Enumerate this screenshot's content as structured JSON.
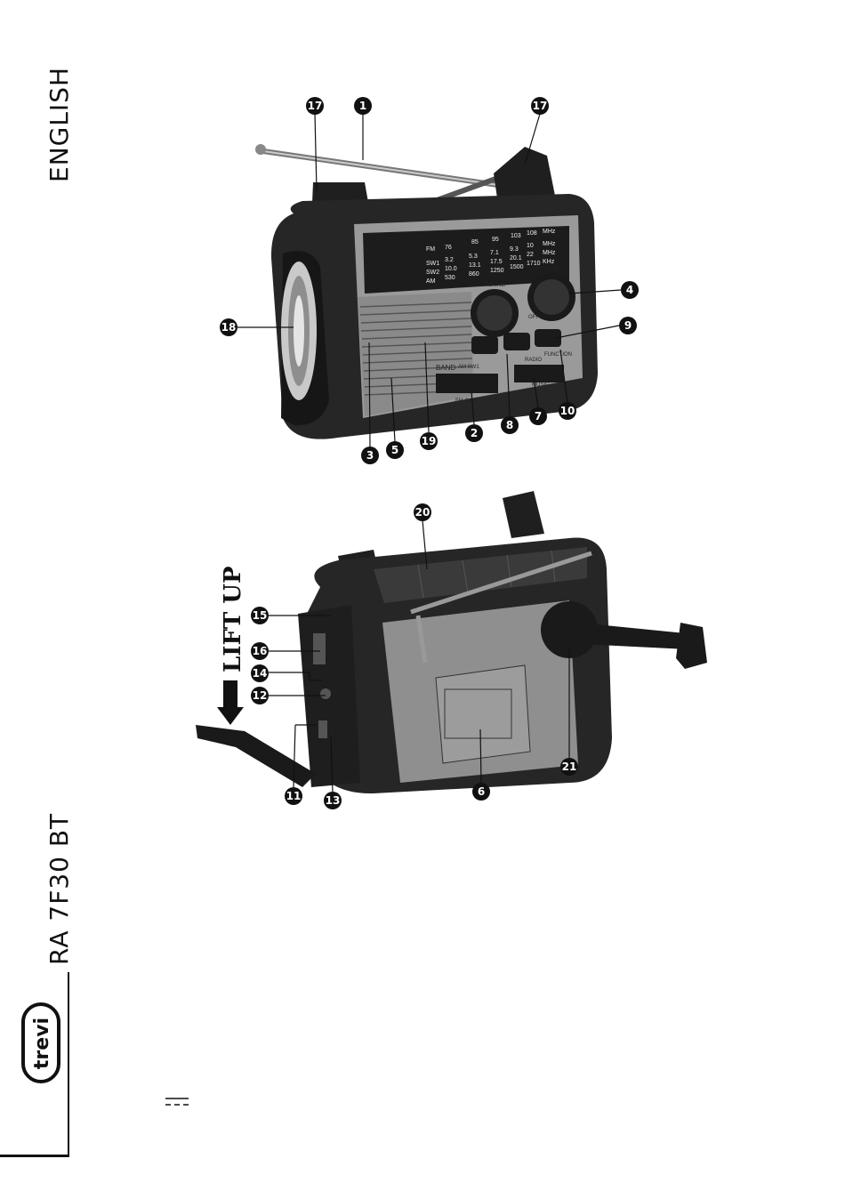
{
  "header": {
    "language": "ENGLISH"
  },
  "sidebar": {
    "model": "RA 7F30 BT",
    "brand": "trevi"
  },
  "front_view": {
    "callouts": [
      "17",
      "1",
      "17",
      "4",
      "18",
      "9",
      "10",
      "7",
      "8",
      "2",
      "19",
      "5",
      "3"
    ],
    "dial": {
      "fm_row": [
        "FM",
        "76",
        "85",
        "95",
        "103",
        "108",
        "MHz"
      ],
      "sw1_row": [
        "SW1",
        "3.2",
        "5.3",
        "7.1",
        "9.3",
        "10",
        "MHz"
      ],
      "sw2_row": [
        "SW2",
        "10.0",
        "13.1",
        "17.5",
        "20.1",
        "22",
        "MHz"
      ],
      "am_row": [
        "AM",
        "530",
        "860",
        "1250",
        "1500",
        "1710",
        "KHz"
      ]
    },
    "labels": {
      "tuning": "TUNING",
      "volume": "VOLUME",
      "off": "OFF",
      "band": "BAND",
      "band_am_sw1": "AM SW1",
      "band_fm_sw2": "FM SW2",
      "radio": "RADIO",
      "function": "FUNCTION",
      "bt_music": "MUSIC"
    }
  },
  "rear_view": {
    "callouts": [
      "20",
      "15",
      "16",
      "14",
      "12",
      "11",
      "13",
      "6",
      "21"
    ],
    "lift_up": "LIFT UP"
  },
  "footer": {
    "dc_symbol": "⎓"
  },
  "colors": {
    "ink": "#111111",
    "radio_body": "#2a2a2a",
    "panel": "#9a9a9a"
  }
}
